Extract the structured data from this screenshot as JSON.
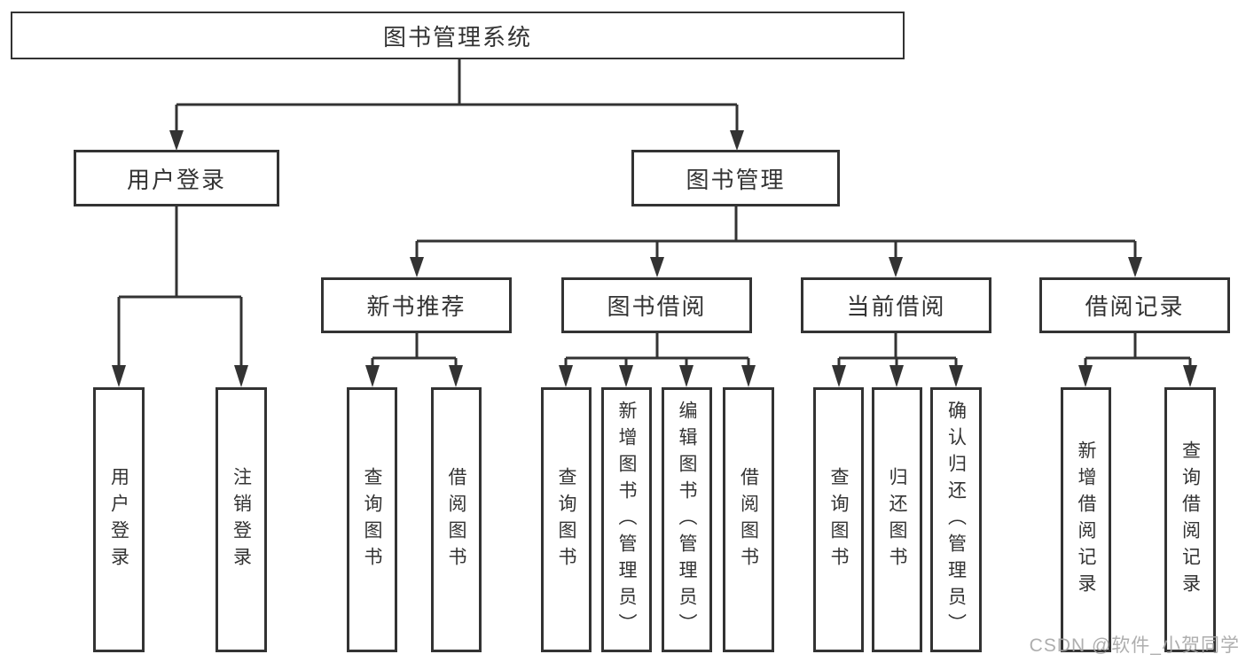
{
  "colors": {
    "line": "#333333",
    "box_border": "#333333",
    "text": "#333333",
    "background": "#ffffff",
    "watermark": "#a5a5a5"
  },
  "watermark": {
    "text": "CSDN @软件_小贺同学"
  },
  "tree": {
    "root": {
      "label": "图书管理系统"
    },
    "children": [
      {
        "label": "用户登录",
        "children": [
          {
            "label": "用户登录"
          },
          {
            "label": "注销登录"
          }
        ]
      },
      {
        "label": "图书管理",
        "children": [
          {
            "label": "新书推荐",
            "children": [
              {
                "label": "查询图书"
              },
              {
                "label": "借阅图书"
              }
            ]
          },
          {
            "label": "图书借阅",
            "children": [
              {
                "label": "查询图书"
              },
              {
                "label": "新增图书（管理员）"
              },
              {
                "label": "编辑图书（管理员）"
              },
              {
                "label": "借阅图书"
              }
            ]
          },
          {
            "label": "当前借阅",
            "children": [
              {
                "label": "查询图书"
              },
              {
                "label": "归还图书"
              },
              {
                "label": "确认归还（管理员）"
              }
            ]
          },
          {
            "label": "借阅记录",
            "children": [
              {
                "label": "新增借阅记录"
              },
              {
                "label": "查询借阅记录"
              }
            ]
          }
        ]
      }
    ]
  }
}
